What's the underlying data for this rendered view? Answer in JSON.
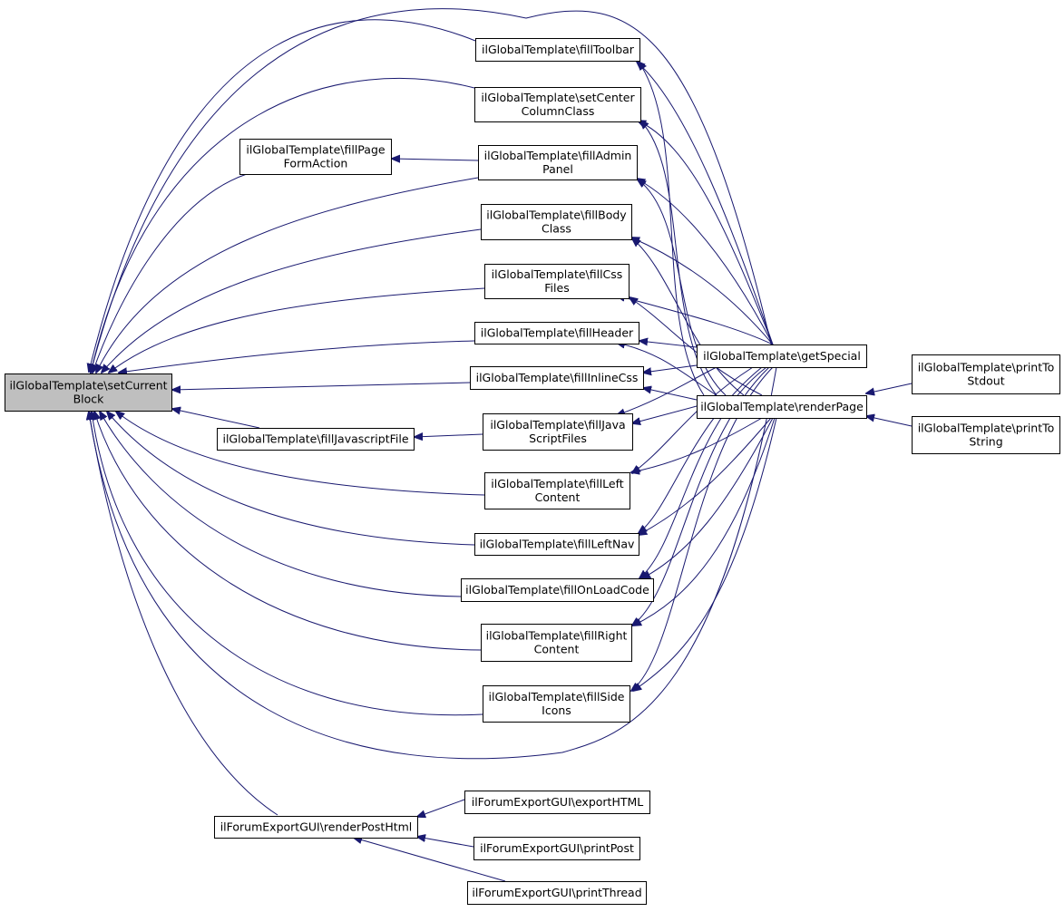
{
  "diagram": {
    "type": "call-graph",
    "edge_color": "#191970",
    "focus_fill": "#bfbfbf",
    "nodes": [
      {
        "id": "setCurrentBlock",
        "lines": [
          "ilGlobalTemplate\\setCurrent",
          "Block"
        ],
        "focus": true
      },
      {
        "id": "fillPageFormAction",
        "lines": [
          "ilGlobalTemplate\\fillPage",
          "FormAction"
        ]
      },
      {
        "id": "fillJavascriptFile",
        "lines": [
          "ilGlobalTemplate\\fillJavascriptFile"
        ]
      },
      {
        "id": "renderPostHtml",
        "lines": [
          "ilForumExportGUI\\renderPostHtml"
        ]
      },
      {
        "id": "fillToolbar",
        "lines": [
          "ilGlobalTemplate\\fillToolbar"
        ]
      },
      {
        "id": "setCenterColumnClass",
        "lines": [
          "ilGlobalTemplate\\setCenter",
          "ColumnClass"
        ]
      },
      {
        "id": "fillAdminPanel",
        "lines": [
          "ilGlobalTemplate\\fillAdmin",
          "Panel"
        ]
      },
      {
        "id": "fillBodyClass",
        "lines": [
          "ilGlobalTemplate\\fillBody",
          "Class"
        ]
      },
      {
        "id": "fillCssFiles",
        "lines": [
          "ilGlobalTemplate\\fillCss",
          "Files"
        ]
      },
      {
        "id": "fillHeader",
        "lines": [
          "ilGlobalTemplate\\fillHeader"
        ]
      },
      {
        "id": "fillInlineCss",
        "lines": [
          "ilGlobalTemplate\\fillInlineCss"
        ]
      },
      {
        "id": "fillJavaScriptFiles",
        "lines": [
          "ilGlobalTemplate\\fillJava",
          "ScriptFiles"
        ]
      },
      {
        "id": "fillLeftContent",
        "lines": [
          "ilGlobalTemplate\\fillLeft",
          "Content"
        ]
      },
      {
        "id": "fillLeftNav",
        "lines": [
          "ilGlobalTemplate\\fillLeftNav"
        ]
      },
      {
        "id": "fillOnLoadCode",
        "lines": [
          "ilGlobalTemplate\\fillOnLoadCode"
        ]
      },
      {
        "id": "fillRightContent",
        "lines": [
          "ilGlobalTemplate\\fillRight",
          "Content"
        ]
      },
      {
        "id": "fillSideIcons",
        "lines": [
          "ilGlobalTemplate\\fillSide",
          "Icons"
        ]
      },
      {
        "id": "getSpecial",
        "lines": [
          "ilGlobalTemplate\\getSpecial"
        ]
      },
      {
        "id": "renderPage",
        "lines": [
          "ilGlobalTemplate\\renderPage"
        ]
      },
      {
        "id": "printToStdout",
        "lines": [
          "ilGlobalTemplate\\printTo",
          "Stdout"
        ]
      },
      {
        "id": "printToString",
        "lines": [
          "ilGlobalTemplate\\printTo",
          "String"
        ]
      },
      {
        "id": "exportHTML",
        "lines": [
          "ilForumExportGUI\\exportHTML"
        ]
      },
      {
        "id": "printPost",
        "lines": [
          "ilForumExportGUI\\printPost"
        ]
      },
      {
        "id": "printThread",
        "lines": [
          "ilForumExportGUI\\printThread"
        ]
      }
    ],
    "edges": [
      {
        "from": "fillToolbar",
        "to": "setCurrentBlock"
      },
      {
        "from": "setCenterColumnClass",
        "to": "setCurrentBlock"
      },
      {
        "from": "fillPageFormAction",
        "to": "setCurrentBlock"
      },
      {
        "from": "fillAdminPanel",
        "to": "setCurrentBlock"
      },
      {
        "from": "fillAdminPanel",
        "to": "fillPageFormAction"
      },
      {
        "from": "fillBodyClass",
        "to": "setCurrentBlock"
      },
      {
        "from": "fillCssFiles",
        "to": "setCurrentBlock"
      },
      {
        "from": "fillHeader",
        "to": "setCurrentBlock"
      },
      {
        "from": "fillInlineCss",
        "to": "setCurrentBlock"
      },
      {
        "from": "fillJavascriptFile",
        "to": "setCurrentBlock"
      },
      {
        "from": "fillJavaScriptFiles",
        "to": "fillJavascriptFile"
      },
      {
        "from": "fillLeftContent",
        "to": "setCurrentBlock"
      },
      {
        "from": "fillLeftNav",
        "to": "setCurrentBlock"
      },
      {
        "from": "fillOnLoadCode",
        "to": "setCurrentBlock"
      },
      {
        "from": "fillRightContent",
        "to": "setCurrentBlock"
      },
      {
        "from": "fillSideIcons",
        "to": "setCurrentBlock"
      },
      {
        "from": "getSpecial",
        "to": "setCurrentBlock"
      },
      {
        "from": "renderPage",
        "to": "setCurrentBlock"
      },
      {
        "from": "renderPostHtml",
        "to": "setCurrentBlock"
      },
      {
        "from": "getSpecial",
        "to": "fillToolbar"
      },
      {
        "from": "renderPage",
        "to": "fillToolbar"
      },
      {
        "from": "getSpecial",
        "to": "setCenterColumnClass"
      },
      {
        "from": "renderPage",
        "to": "setCenterColumnClass"
      },
      {
        "from": "getSpecial",
        "to": "fillAdminPanel"
      },
      {
        "from": "renderPage",
        "to": "fillAdminPanel"
      },
      {
        "from": "getSpecial",
        "to": "fillBodyClass"
      },
      {
        "from": "renderPage",
        "to": "fillBodyClass"
      },
      {
        "from": "getSpecial",
        "to": "fillCssFiles"
      },
      {
        "from": "renderPage",
        "to": "fillCssFiles"
      },
      {
        "from": "getSpecial",
        "to": "fillHeader"
      },
      {
        "from": "renderPage",
        "to": "fillHeader"
      },
      {
        "from": "getSpecial",
        "to": "fillInlineCss"
      },
      {
        "from": "renderPage",
        "to": "fillInlineCss"
      },
      {
        "from": "getSpecial",
        "to": "fillJavaScriptFiles"
      },
      {
        "from": "renderPage",
        "to": "fillJavaScriptFiles"
      },
      {
        "from": "getSpecial",
        "to": "fillLeftContent"
      },
      {
        "from": "renderPage",
        "to": "fillLeftContent"
      },
      {
        "from": "getSpecial",
        "to": "fillLeftNav"
      },
      {
        "from": "renderPage",
        "to": "fillLeftNav"
      },
      {
        "from": "getSpecial",
        "to": "fillOnLoadCode"
      },
      {
        "from": "renderPage",
        "to": "fillOnLoadCode"
      },
      {
        "from": "getSpecial",
        "to": "fillRightContent"
      },
      {
        "from": "renderPage",
        "to": "fillRightContent"
      },
      {
        "from": "getSpecial",
        "to": "fillSideIcons"
      },
      {
        "from": "renderPage",
        "to": "fillSideIcons"
      },
      {
        "from": "printToStdout",
        "to": "renderPage"
      },
      {
        "from": "printToString",
        "to": "renderPage"
      },
      {
        "from": "exportHTML",
        "to": "renderPostHtml"
      },
      {
        "from": "printPost",
        "to": "renderPostHtml"
      },
      {
        "from": "printThread",
        "to": "renderPostHtml"
      }
    ]
  }
}
